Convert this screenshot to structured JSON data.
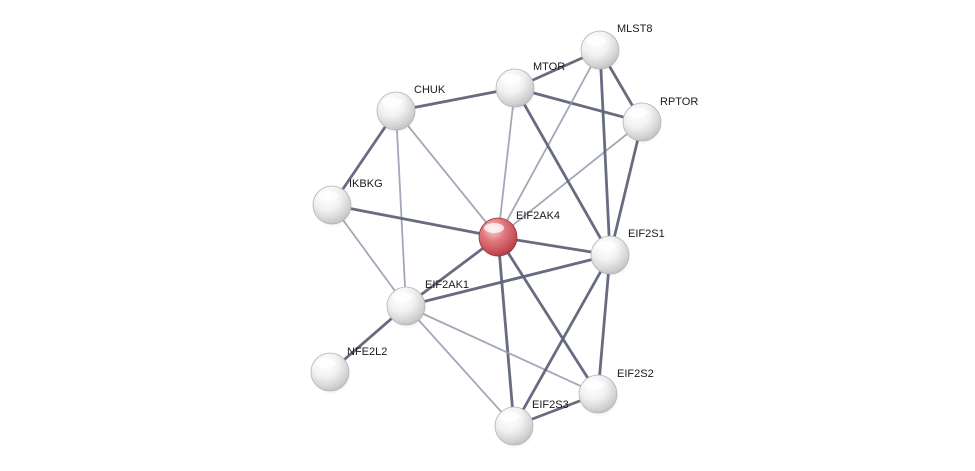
{
  "colors": {
    "edge_strong": "#5f6479",
    "edge_weak": "#9a9db0",
    "node_default": "#e6e6e6",
    "node_query": "#d9646a"
  },
  "nodes": [
    {
      "id": "MLST8",
      "label": "MLST8",
      "type": "default"
    },
    {
      "id": "MTOR",
      "label": "MTOR",
      "type": "default"
    },
    {
      "id": "RPTOR",
      "label": "RPTOR",
      "type": "default"
    },
    {
      "id": "CHUK",
      "label": "CHUK",
      "type": "default"
    },
    {
      "id": "IKBKG",
      "label": "IKBKG",
      "type": "default"
    },
    {
      "id": "EIF2AK4",
      "label": "EIF2AK4",
      "type": "query"
    },
    {
      "id": "EIF2S1",
      "label": "EIF2S1",
      "type": "default"
    },
    {
      "id": "EIF2AK1",
      "label": "EIF2AK1",
      "type": "default"
    },
    {
      "id": "NFE2L2",
      "label": "NFE2L2",
      "type": "default"
    },
    {
      "id": "EIF2S2",
      "label": "EIF2S2",
      "type": "default"
    },
    {
      "id": "EIF2S3",
      "label": "EIF2S3",
      "type": "default"
    }
  ],
  "edges": [
    {
      "source": "MTOR",
      "target": "MLST8",
      "strength": "strong"
    },
    {
      "source": "MTOR",
      "target": "RPTOR",
      "strength": "strong"
    },
    {
      "source": "MLST8",
      "target": "RPTOR",
      "strength": "strong"
    },
    {
      "source": "MTOR",
      "target": "CHUK",
      "strength": "strong"
    },
    {
      "source": "CHUK",
      "target": "IKBKG",
      "strength": "strong"
    },
    {
      "source": "CHUK",
      "target": "EIF2AK4",
      "strength": "weak"
    },
    {
      "source": "CHUK",
      "target": "EIF2AK1",
      "strength": "weak"
    },
    {
      "source": "IKBKG",
      "target": "EIF2AK4",
      "strength": "strong"
    },
    {
      "source": "IKBKG",
      "target": "EIF2AK1",
      "strength": "weak"
    },
    {
      "source": "MTOR",
      "target": "EIF2AK4",
      "strength": "weak"
    },
    {
      "source": "MLST8",
      "target": "EIF2AK4",
      "strength": "weak"
    },
    {
      "source": "RPTOR",
      "target": "EIF2AK4",
      "strength": "weak"
    },
    {
      "source": "MTOR",
      "target": "EIF2S1",
      "strength": "strong"
    },
    {
      "source": "MLST8",
      "target": "EIF2S1",
      "strength": "strong"
    },
    {
      "source": "RPTOR",
      "target": "EIF2S1",
      "strength": "strong"
    },
    {
      "source": "EIF2AK4",
      "target": "EIF2S1",
      "strength": "strong"
    },
    {
      "source": "EIF2AK4",
      "target": "EIF2AK1",
      "strength": "strong"
    },
    {
      "source": "EIF2AK4",
      "target": "EIF2S3",
      "strength": "strong"
    },
    {
      "source": "EIF2AK4",
      "target": "EIF2S2",
      "strength": "strong"
    },
    {
      "source": "EIF2AK1",
      "target": "EIF2S1",
      "strength": "strong"
    },
    {
      "source": "EIF2AK1",
      "target": "NFE2L2",
      "strength": "strong"
    },
    {
      "source": "EIF2AK1",
      "target": "EIF2S3",
      "strength": "weak"
    },
    {
      "source": "EIF2AK1",
      "target": "EIF2S2",
      "strength": "weak"
    },
    {
      "source": "EIF2S1",
      "target": "EIF2S2",
      "strength": "strong"
    },
    {
      "source": "EIF2S1",
      "target": "EIF2S3",
      "strength": "strong"
    },
    {
      "source": "EIF2S2",
      "target": "EIF2S3",
      "strength": "strong"
    }
  ]
}
